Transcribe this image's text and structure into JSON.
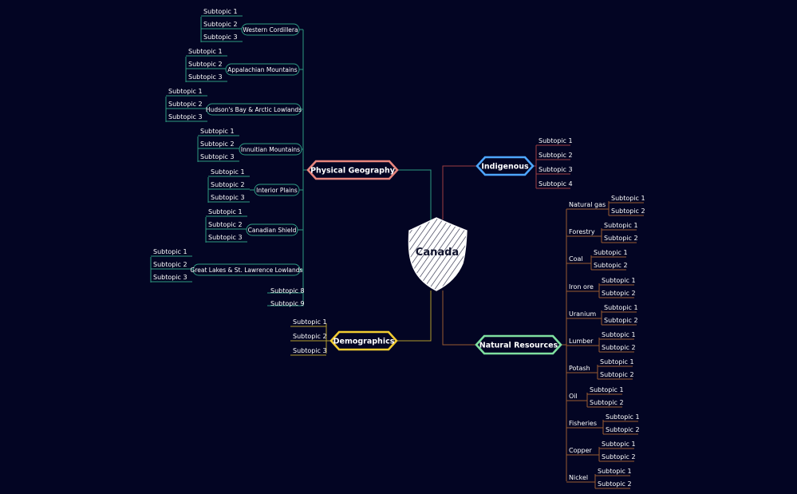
{
  "colors": {
    "background": "#030523",
    "physical": "#2e9a82",
    "physical_node": "#e8867e",
    "indigenous_line": "#9c3d40",
    "indigenous_node": "#4ea6ff",
    "resources_line": "#9a5a30",
    "resources_node": "#7fe0a0",
    "demographics_line": "#b29a2c",
    "demographics_node": "#f2cc31"
  },
  "center": {
    "label": "Canada"
  },
  "physical_geography": {
    "label": "Physical Geography",
    "regions": [
      {
        "label": "Western Cordillera",
        "subtopics": [
          "Subtopic 1",
          "Subtopic 2",
          "Subtopic 3"
        ]
      },
      {
        "label": "Appalachian Mountains",
        "subtopics": [
          "Subtopic 1",
          "Subtopic 2",
          "Subtopic 3"
        ]
      },
      {
        "label": "Hudson's Bay & Arctic Lowlands",
        "subtopics": [
          "Subtopic 1",
          "Subtopic 2",
          "Subtopic 3"
        ]
      },
      {
        "label": "Innuitian Mountains",
        "subtopics": [
          "Subtopic 1",
          "Subtopic 2",
          "Subtopic 3"
        ]
      },
      {
        "label": "Interior Plains",
        "subtopics": [
          "Subtopic 1",
          "Subtopic 2",
          "Subtopic 3"
        ]
      },
      {
        "label": "Canadian Shield",
        "subtopics": [
          "Subtopic 1",
          "Subtopic 2",
          "Subtopic 3"
        ]
      },
      {
        "label": "Great Lakes & St. Lawrence Lowlands",
        "subtopics": [
          "Subtopic 1",
          "Subtopic 2",
          "Subtopic 3"
        ]
      }
    ],
    "extra": [
      "Subtopic 8",
      "Subtopic 9"
    ]
  },
  "indigenous": {
    "label": "Indigenous",
    "subtopics": [
      "Subtopic 1",
      "Subtopic 2",
      "Subtopic 3",
      "Subtopic 4"
    ]
  },
  "demographics": {
    "label": "Demographics",
    "subtopics": [
      "Subtopic 1",
      "Subtopic 2",
      "Subtopic 3"
    ]
  },
  "natural_resources": {
    "label": "Natural Resources",
    "items": [
      {
        "label": "Natural gas",
        "subtopics": [
          "Subtopic 1",
          "Subtopic 2"
        ]
      },
      {
        "label": "Forestry",
        "subtopics": [
          "Subtopic 1",
          "Subtopic 2"
        ]
      },
      {
        "label": "Coal",
        "subtopics": [
          "Subtopic 1",
          "Subtopic 2"
        ]
      },
      {
        "label": "Iron ore",
        "subtopics": [
          "Subtopic 1",
          "Subtopic 2"
        ]
      },
      {
        "label": "Uranium",
        "subtopics": [
          "Subtopic 1",
          "Subtopic 2"
        ]
      },
      {
        "label": "Lumber",
        "subtopics": [
          "Subtopic 1",
          "Subtopic 2"
        ]
      },
      {
        "label": "Potash",
        "subtopics": [
          "Subtopic 1",
          "Subtopic 2"
        ]
      },
      {
        "label": "Oil",
        "subtopics": [
          "Subtopic 1",
          "Subtopic 2"
        ]
      },
      {
        "label": "Fisheries",
        "subtopics": [
          "Subtopic 1",
          "Subtopic 2"
        ]
      },
      {
        "label": "Copper",
        "subtopics": [
          "Subtopic 1",
          "Subtopic 2"
        ]
      },
      {
        "label": "Nickel",
        "subtopics": [
          "Subtopic 1",
          "Subtopic 2"
        ]
      }
    ]
  }
}
